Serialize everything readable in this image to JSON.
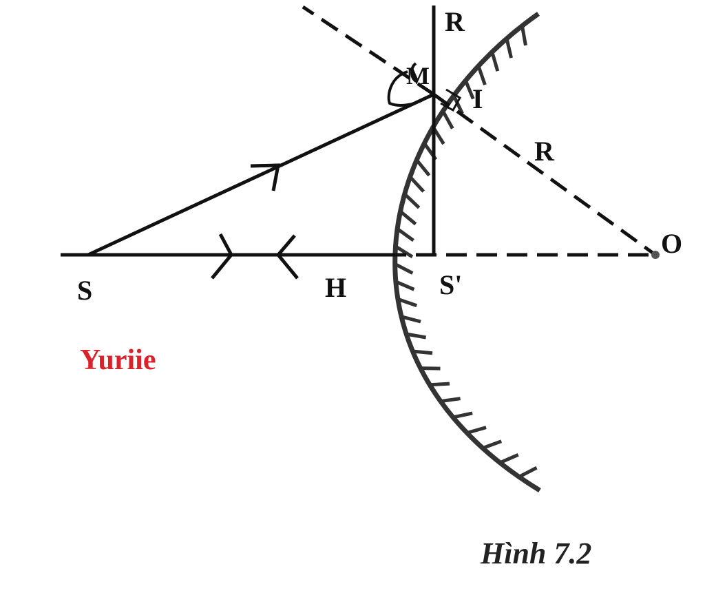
{
  "labels": {
    "R_top": "R",
    "M": "M",
    "I": "I",
    "R_radius": "R",
    "O": "O",
    "S": "S",
    "H": "H",
    "S_prime": "S'"
  },
  "author": "Yuriie",
  "caption": "Hình 7.2",
  "colors": {
    "ink": "#111111",
    "mirror": "#333333",
    "author": "#d9232a"
  }
}
